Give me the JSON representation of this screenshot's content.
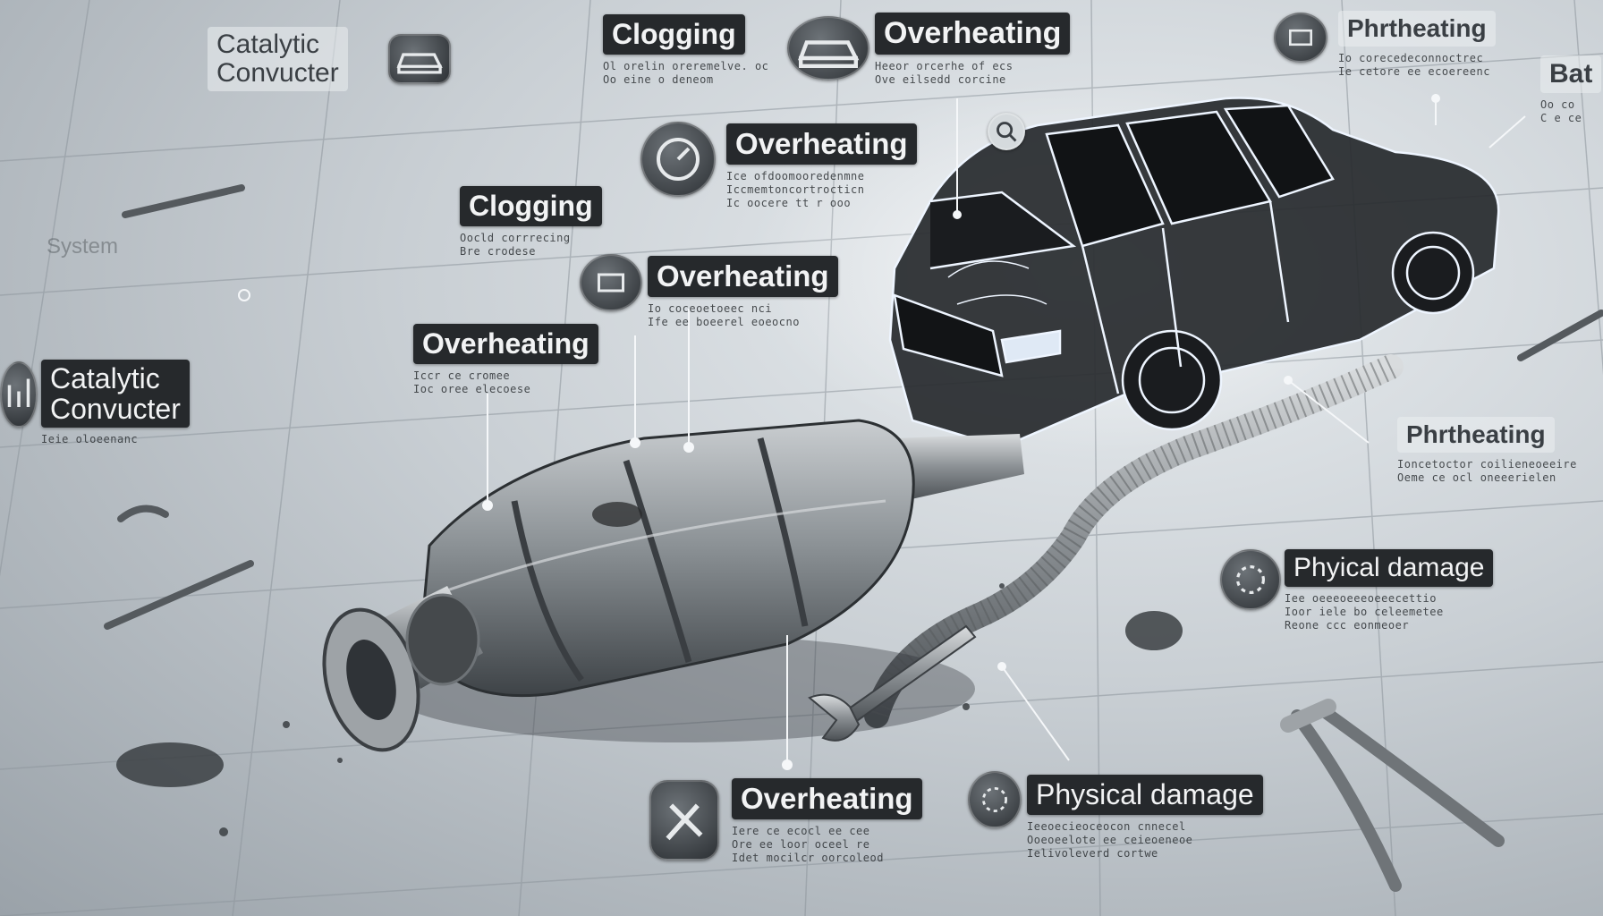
{
  "labels": {
    "catalytic_top": "Catalytic\nConvucter",
    "catalytic_left": "Catalytic\nConvucter",
    "clogging_top": "Clogging",
    "clogging_mid": "Clogging",
    "overheating_top": "Overheating",
    "overheating_mid1": "Overheating",
    "overheating_mid2": "Overheating",
    "overheating_mid3": "Overheating",
    "overheating_bottom": "Overheating",
    "phrt_top": "Phrtheating",
    "phrt_right": "Phrtheating",
    "bat_cut": "Bat",
    "physical_right": "Phyical damage",
    "physical_bottom": "Physical damage",
    "system_faded": "System"
  },
  "garbled": {
    "clogging_top": "Ol orelin oreremelve. oc\nOo eine o deneom",
    "overheating_top": "Heeor orcerhe of ecs\nOve eilsedd corcine",
    "phrt_top": "Io corecedeconnoctrec\nIe cetore ee ecoereenc",
    "overheating_mid1": "Ice ofdoomooredenmne\nIccmemtoncortrocticn\nIc oocere tt r ooo",
    "clogging_mid": "Oocld corrrecing\nBre crodese",
    "overheating_mid2": "Io coceoetoeec nci\nIfe ee boeerel eoeocno",
    "overheating_mid3": "Iccr ce cromee\nIoc oree elecoese",
    "phrt_right": "Ioncetoctor coilieneoeeire\nOeme ce ocl oneeerielen",
    "physical_right": "Iee oeeeoeeeoeeecettio\nIoor iele bo celeemetee\nReone ccc eonmeoer",
    "overheating_bottom": "Iere ce ecocl ee cee\nOre ee loor oceel re\nIdet mocilcr oorcoleod",
    "physical_bottom": "Ieeoecieoceocon cnnecel\nOoeoeelote ee ceieoeneoe\nIelivoleverd cortwe",
    "catalytic_left": "Ieie oloeenanc",
    "bat_cut": "Oo co\nC e ce"
  },
  "icons": [
    "car-icon",
    "car-outline-icon",
    "tools-icon",
    "gauge-icon",
    "engine-icon",
    "damage-icon",
    "magnifier-icon",
    "chart-icon"
  ],
  "colors": {
    "label_bg": "#26292c",
    "label_text": "#f2f3f4",
    "floor": "#b9c0c6",
    "car_wire": "#e8f2ff",
    "metal": "#7d8287"
  }
}
